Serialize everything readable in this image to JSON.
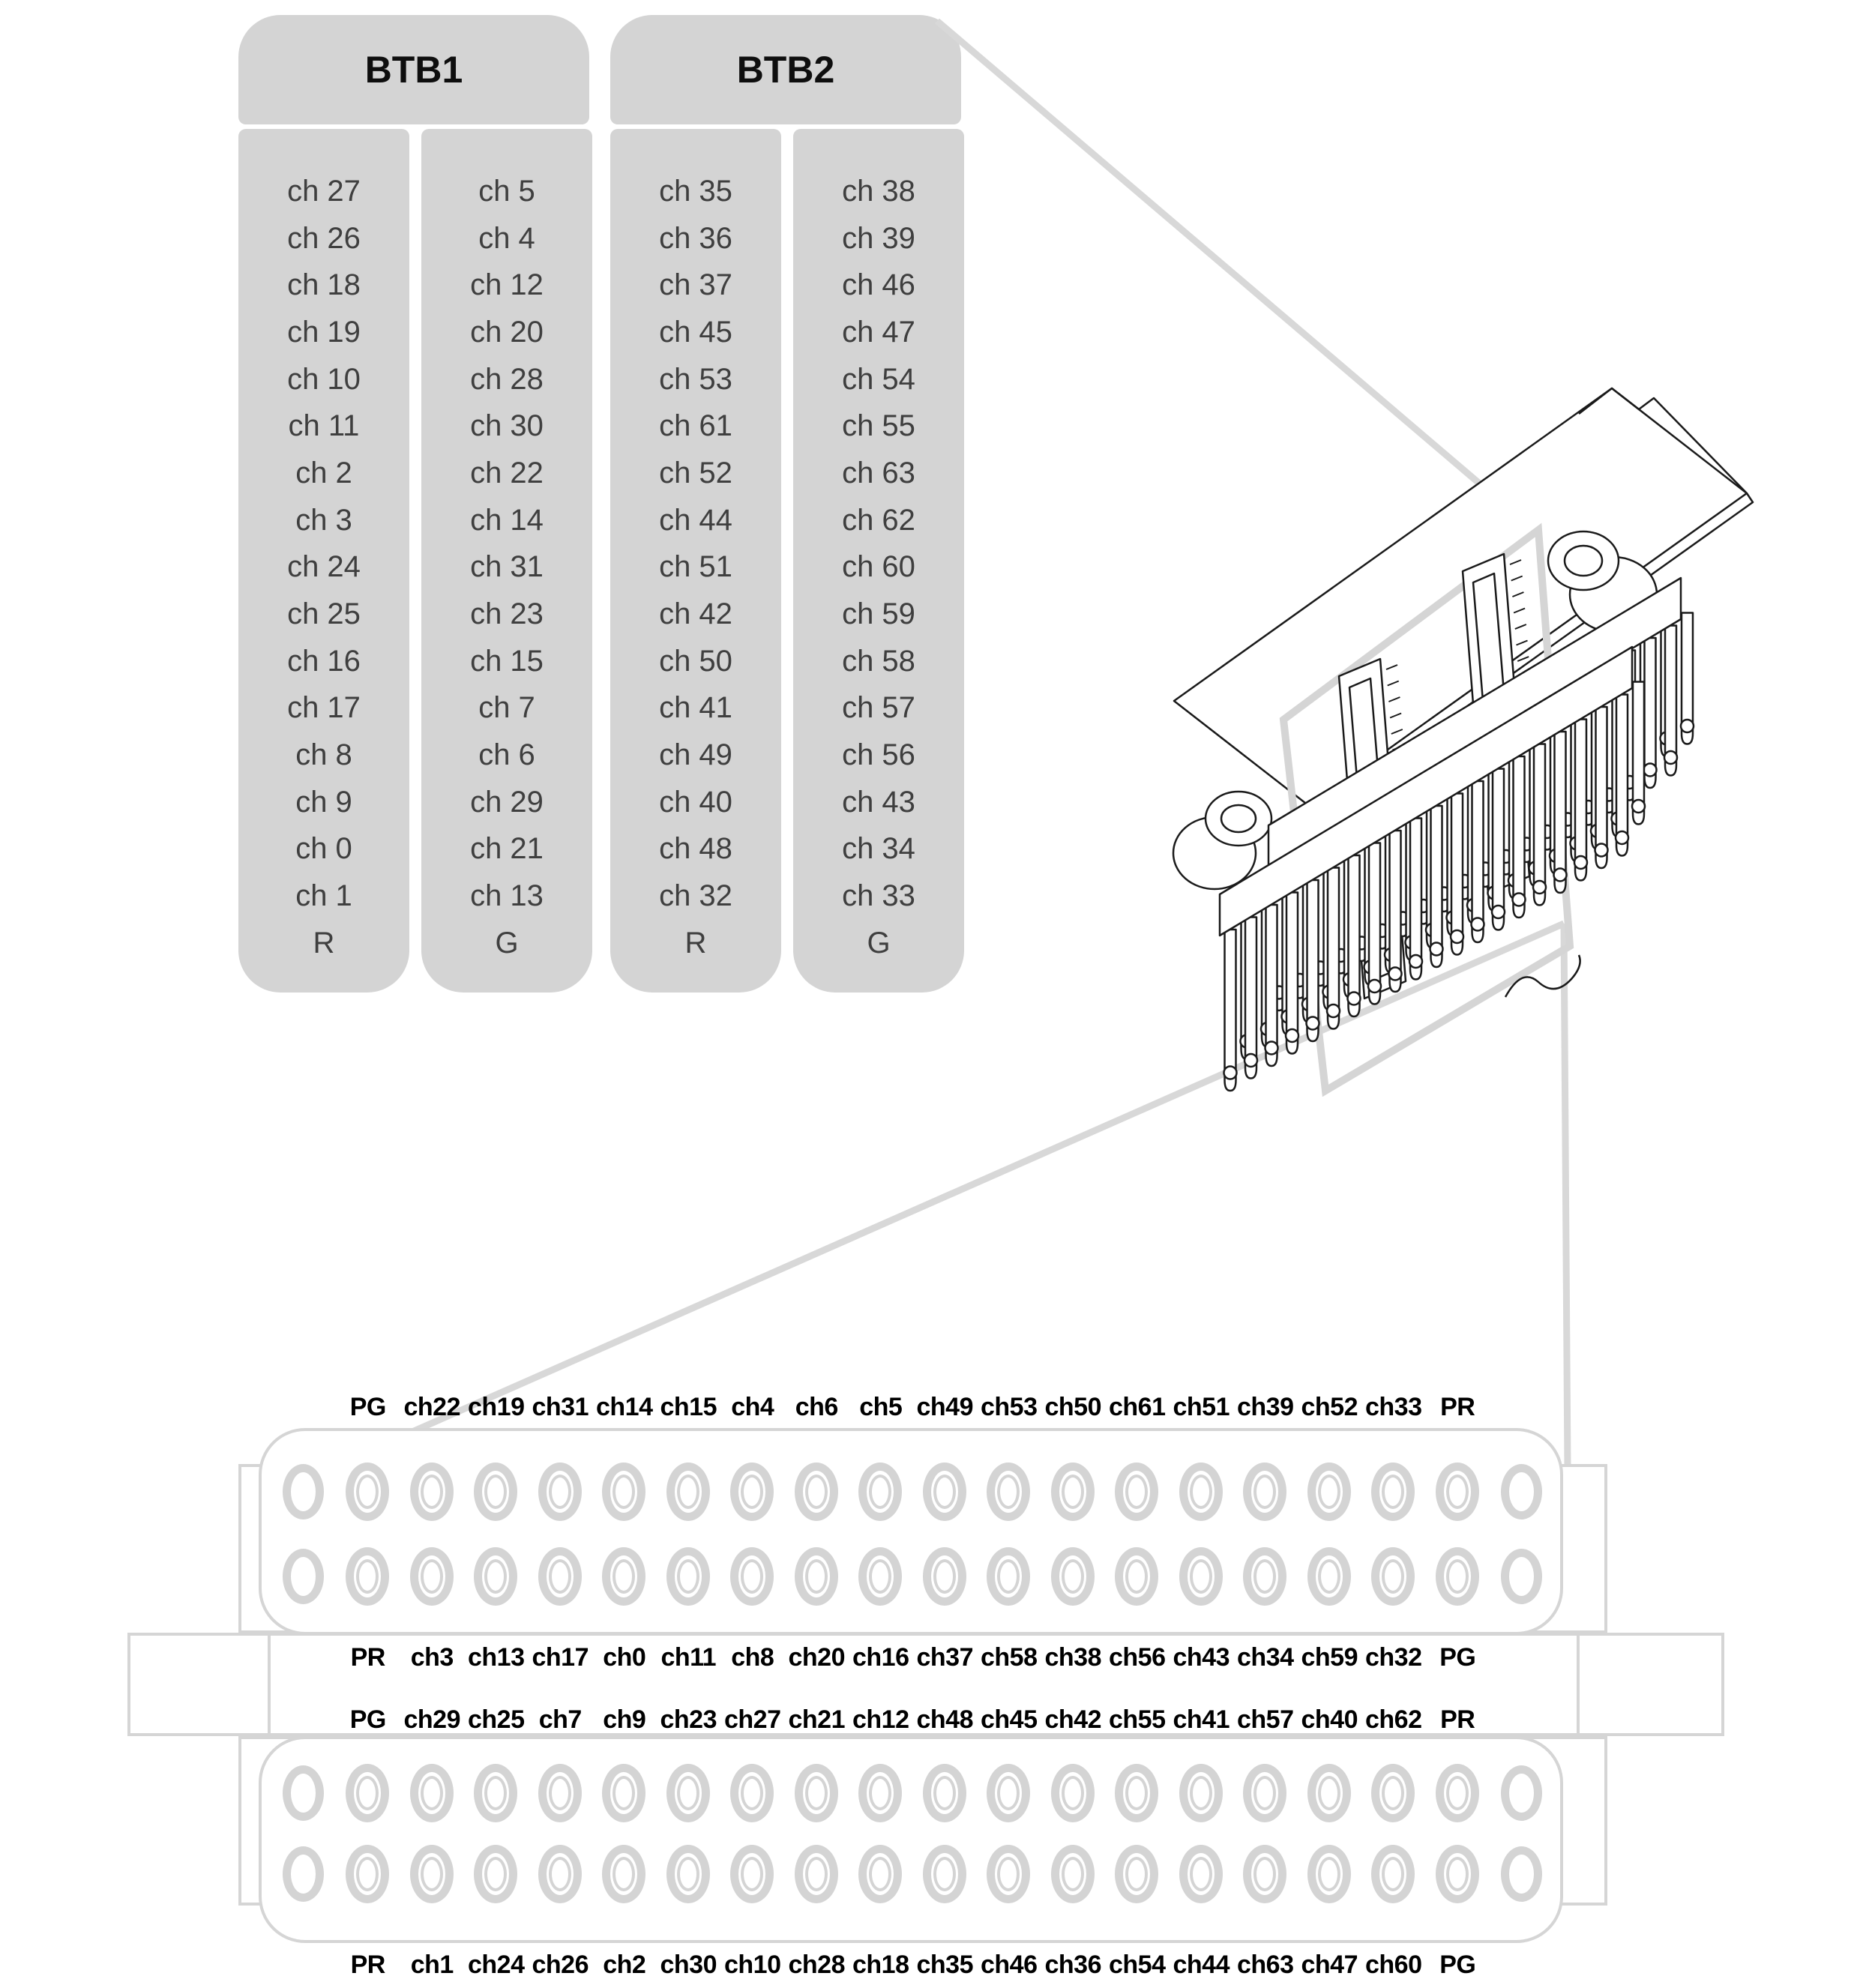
{
  "btb_tables": [
    {
      "title": "BTB1",
      "columns": [
        [
          "ch 27",
          "ch 26",
          "ch 18",
          "ch 19",
          "ch 10",
          "ch 11",
          "ch 2",
          "ch 3",
          "ch 24",
          "ch 25",
          "ch 16",
          "ch 17",
          "ch 8",
          "ch 9",
          "ch 0",
          "ch 1",
          "R"
        ],
        [
          "ch 5",
          "ch 4",
          "ch 12",
          "ch 20",
          "ch 28",
          "ch 30",
          "ch 22",
          "ch 14",
          "ch 31",
          "ch 23",
          "ch 15",
          "ch 7",
          "ch 6",
          "ch 29",
          "ch 21",
          "ch 13",
          "G"
        ]
      ]
    },
    {
      "title": "BTB2",
      "columns": [
        [
          "ch 35",
          "ch 36",
          "ch 37",
          "ch 45",
          "ch 53",
          "ch 61",
          "ch 52",
          "ch 44",
          "ch 51",
          "ch 42",
          "ch 50",
          "ch 41",
          "ch 49",
          "ch 40",
          "ch 48",
          "ch 32",
          "R"
        ],
        [
          "ch 38",
          "ch 39",
          "ch 46",
          "ch 47",
          "ch 54",
          "ch 55",
          "ch 63",
          "ch 62",
          "ch 60",
          "ch 59",
          "ch 58",
          "ch 57",
          "ch 56",
          "ch 43",
          "ch 34",
          "ch 33",
          "G"
        ]
      ]
    }
  ],
  "connector_rows": [
    {
      "id": "top-outer",
      "labels": [
        "PG",
        "ch22",
        "ch19",
        "ch31",
        "ch14",
        "ch15",
        "ch4",
        "ch6",
        "ch5",
        "ch49",
        "ch53",
        "ch50",
        "ch61",
        "ch51",
        "ch39",
        "ch52",
        "ch33",
        "PR"
      ]
    },
    {
      "id": "top-inner",
      "labels": [
        "PR",
        "ch3",
        "ch13",
        "ch17",
        "ch0",
        "ch11",
        "ch8",
        "ch20",
        "ch16",
        "ch37",
        "ch58",
        "ch38",
        "ch56",
        "ch43",
        "ch34",
        "ch59",
        "ch32",
        "PG"
      ]
    },
    {
      "id": "bottom-inner",
      "labels": [
        "PG",
        "ch29",
        "ch25",
        "ch7",
        "ch9",
        "ch23",
        "ch27",
        "ch21",
        "ch12",
        "ch48",
        "ch45",
        "ch42",
        "ch55",
        "ch41",
        "ch57",
        "ch40",
        "ch62",
        "PR"
      ]
    },
    {
      "id": "bottom-outer",
      "labels": [
        "PR",
        "ch1",
        "ch24",
        "ch26",
        "ch2",
        "ch30",
        "ch10",
        "ch28",
        "ch18",
        "ch35",
        "ch46",
        "ch36",
        "ch54",
        "ch44",
        "ch63",
        "ch47",
        "ch60",
        "PG"
      ]
    }
  ],
  "holes_per_row": 20,
  "colors": {
    "line_gray": "#d5d5d5",
    "table_bg": "#d4d4d4",
    "table_text": "#3f3f3f",
    "label_text": "#000000",
    "drawing_line": "#1a1a1a"
  }
}
